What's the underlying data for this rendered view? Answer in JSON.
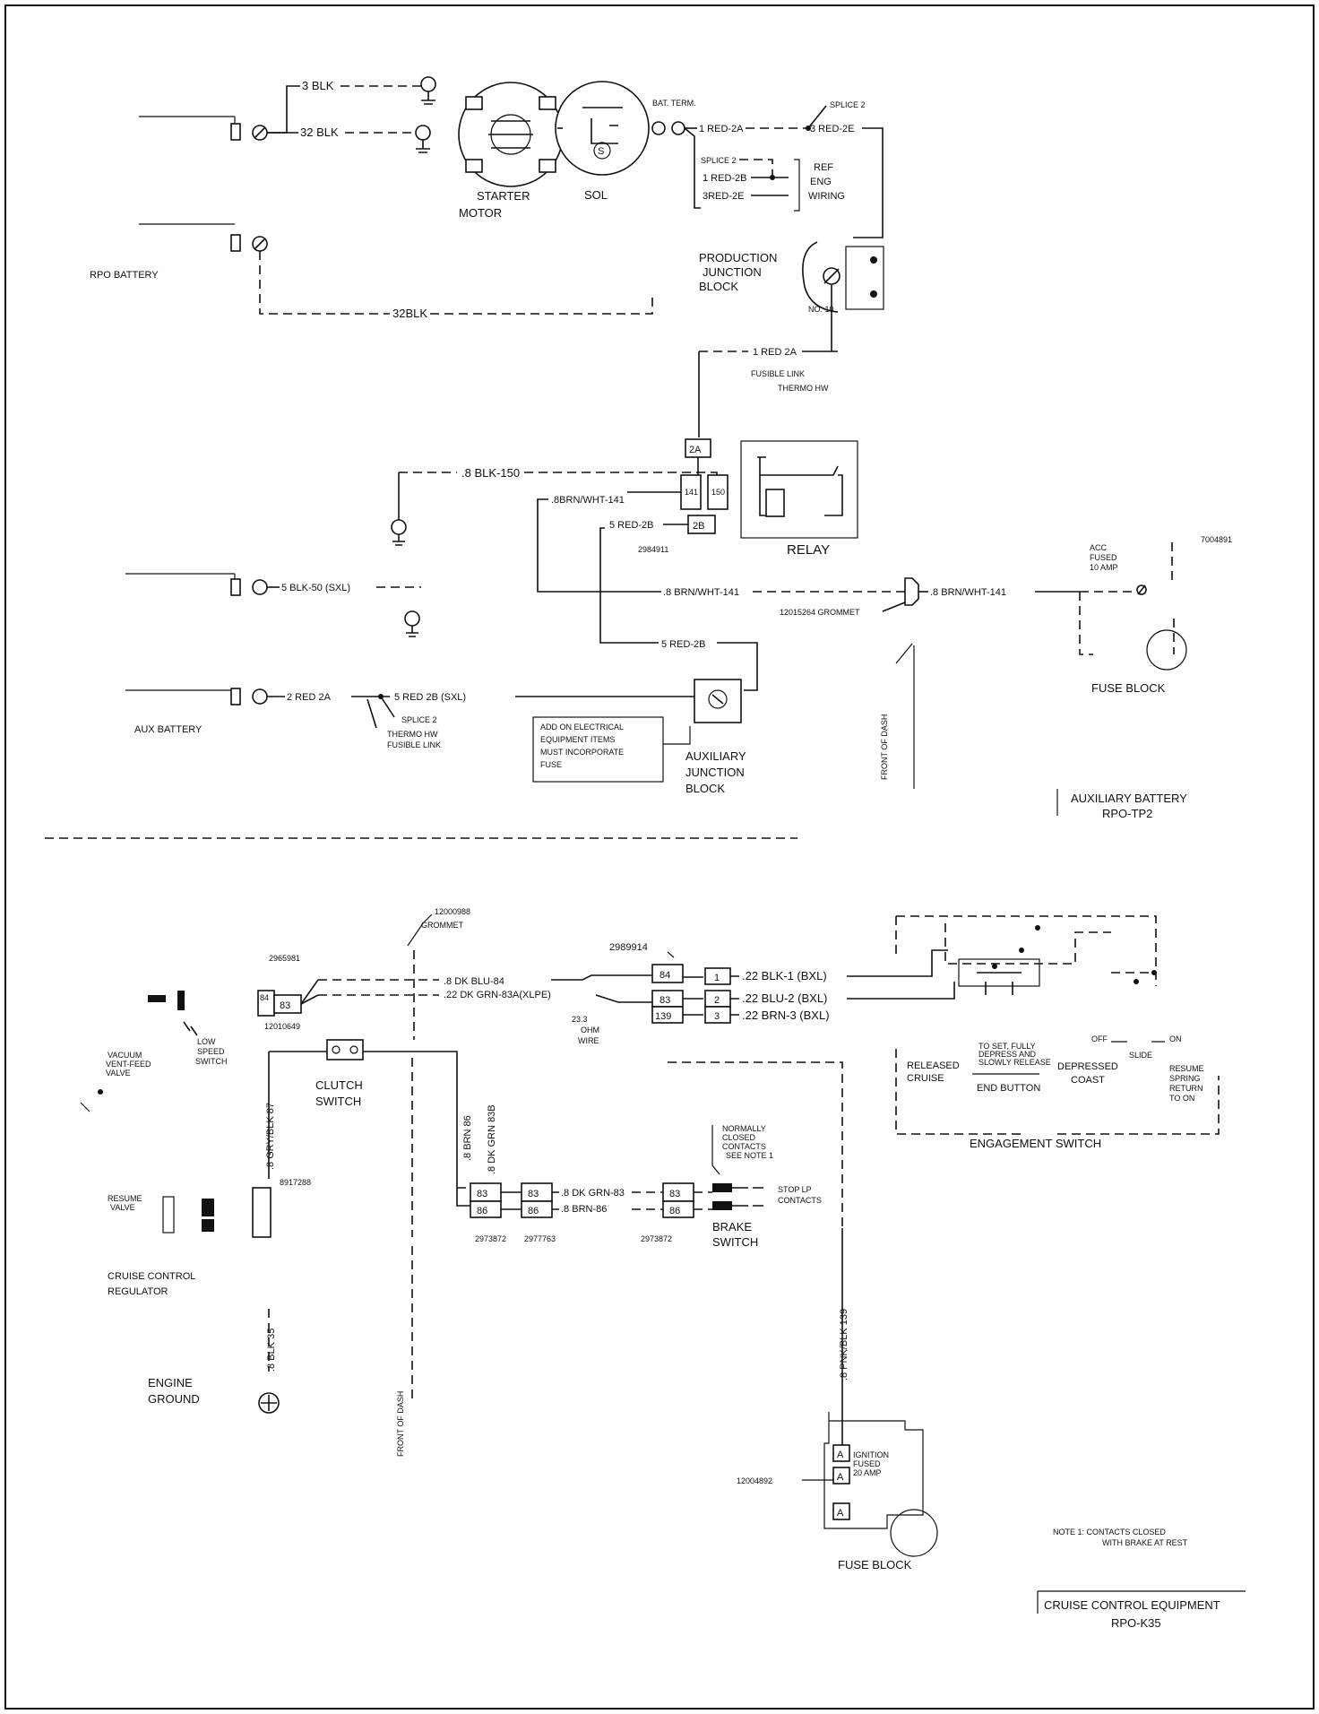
{
  "battery_section": {
    "wire_3blk": "3 BLK",
    "wire_32blk_top": "32 BLK",
    "wire_32blk_bottom": "32BLK",
    "rpo_battery": "RPO BATTERY",
    "starter_motor": "STARTER",
    "starter_motor_2": "MOTOR",
    "solenoid": "SOL",
    "bat_term": "BAT. TERM.",
    "wire_1red2a": "1 RED-2A",
    "splice2_top": "SPLICE 2",
    "wire_3red2e": "3 RED-2E",
    "splice2_mid": "SPLICE 2",
    "wire_1red2b": "1 RED-2B",
    "wire_3red2e_b": "3RED-2E",
    "ref_eng_wiring_1": "REF",
    "ref_eng_wiring_2": "ENG",
    "ref_eng_wiring_3": "WIRING",
    "pjb_1": "PRODUCTION",
    "pjb_2": "JUNCTION",
    "pjb_3": "BLOCK",
    "no10": "NO. 10",
    "wire_1red2a_b": "1 RED 2A",
    "fusible_1": "FUSIBLE LINK",
    "fusible_2": "THERMO HW"
  },
  "aux_section": {
    "wire_8blk150": ".8 BLK-150",
    "wire_8brnwht141_a": ".8BRN/WHT-141",
    "wire_5red2b_a": "5 RED-2B",
    "relay_conn": "2984911",
    "relay_label": "RELAY",
    "pin_2a": "2A",
    "pin_141": "141",
    "pin_150": "150",
    "pin_2b": "2B",
    "wire_5blk50": "5 BLK-50 (SXL)",
    "wire_8brnwht141_b": ".8 BRN/WHT-141",
    "grommet": "12015264 GROMMET",
    "wire_8brnwht141_c": ".8 BRN/WHT-141",
    "acc_fused_1": "ACC",
    "acc_fused_2": "FUSED",
    "acc_fused_3": "10 AMP",
    "ref_7004891": "7004891",
    "wire_5red2b_b": "5 RED-2B",
    "wire_2red2a": "2 RED 2A",
    "wire_5red2b_sxl": "5 RED 2B (SXL)",
    "splice2_aux": "SPLICE 2",
    "thermo_1": "THERMO HW",
    "thermo_2": "FUSIBLE LINK",
    "aux_battery": "AUX BATTERY",
    "note_1": "ADD ON ELECTRICAL",
    "note_2": "EQUIPMENT ITEMS",
    "note_3": "MUST INCORPORATE",
    "note_4": "FUSE",
    "ajb_1": "AUXILIARY",
    "ajb_2": "JUNCTION",
    "ajb_3": "BLOCK",
    "front_of_dash": "FRONT OF DASH",
    "fuse_block": "FUSE BLOCK",
    "title_1": "AUXILIARY BATTERY",
    "title_2": "RPO-TP2"
  },
  "cruise_section": {
    "grommet_num": "12000988",
    "grommet_lbl": "GROMMET",
    "conn_2965981": "2965981",
    "wire_8dkblu84": ".8 DK BLU-84",
    "wire_22dkgrn83": ".22 DK GRN-83A(XLPE)",
    "conn_2989914": "2989914",
    "ohm_1": "23.3",
    "ohm_2": "OHM",
    "ohm_3": "WIRE",
    "pin_84a": "84",
    "pin_83a": "83",
    "pin_84b": "84",
    "pin_83b": "83",
    "pin_139": "139",
    "pin_1": "1",
    "pin_2": "2",
    "pin_3": "3",
    "wire_22blk1": ".22 BLK-1 (BXL)",
    "wire_22blu2": ".22 BLU-2 (BXL)",
    "wire_22brn3": ".22 BRN-3 (BXL)",
    "conn_12010649": "12010649",
    "vacuum_1": "VACUUM",
    "vacuum_2": "VENT-FEED",
    "vacuum_3": "VALVE",
    "low_speed_1": "LOW",
    "low_speed_2": "SPEED",
    "low_speed_3": "SWITCH",
    "clutch_1": "CLUTCH",
    "clutch_2": "SWITCH",
    "wire_8gryblk87": ".8 GRY/BLK 87",
    "wire_8brn86": ".8 BRN 86",
    "wire_8dkgrn83b": ".8 DK GRN 83B",
    "conn_8917288": "8917288",
    "resume_valve_1": "RESUME",
    "resume_valve_2": "VALVE",
    "ccr_1": "CRUISE CONTROL",
    "ccr_2": "REGULATOR",
    "wire_8blk35": ".8 BLK 35",
    "eng_ground_1": "ENGINE",
    "eng_ground_2": "GROUND",
    "front_of_dash_2": "FRONT OF DASH",
    "pin_83c": "83",
    "pin_86c": "86",
    "pin_83d": "83",
    "pin_86d": "86",
    "wire_8dkgrn83": ".8 DK GRN-83",
    "wire_8brn86b": ".8 BRN-86",
    "pin_83e": "83",
    "pin_86e": "86",
    "conn_2973872a": "2973872",
    "conn_2977763": "2977763",
    "conn_2973872b": "2973872",
    "nc_1": "NORMALLY",
    "nc_2": "CLOSED",
    "nc_3": "CONTACTS",
    "nc_4": "SEE NOTE 1",
    "stop_lp_1": "STOP LP",
    "stop_lp_2": "CONTACTS",
    "brake_1": "BRAKE",
    "brake_2": "SWITCH",
    "wire_8pnkblk139": ".8 PNK/BLK 139",
    "released_1": "RELEASED",
    "released_2": "CRUISE",
    "to_set_1": "TO SET, FULLY",
    "to_set_2": "DEPRESS AND",
    "to_set_3": "SLOWLY RELEASE",
    "end_button": "END BUTTON",
    "depressed_1": "DEPRESSED",
    "depressed_2": "COAST",
    "off": "OFF",
    "on": "ON",
    "slide": "SLIDE",
    "resume_spring_1": "RESUME",
    "resume_spring_2": "SPRING",
    "resume_spring_3": "RETURN",
    "resume_spring_4": "TO ON",
    "engagement_switch": "ENGAGEMENT SWITCH",
    "conn_12004892": "12004892",
    "fuse_a": "A",
    "ign_1": "IGNITION",
    "ign_2": "FUSED",
    "ign_3": "20 AMP",
    "fuse_block_2": "FUSE BLOCK",
    "note_line_1": "NOTE 1: CONTACTS CLOSED",
    "note_line_2": "WITH BRAKE AT REST",
    "title_1": "CRUISE CONTROL EQUIPMENT",
    "title_2": "RPO-K35"
  }
}
